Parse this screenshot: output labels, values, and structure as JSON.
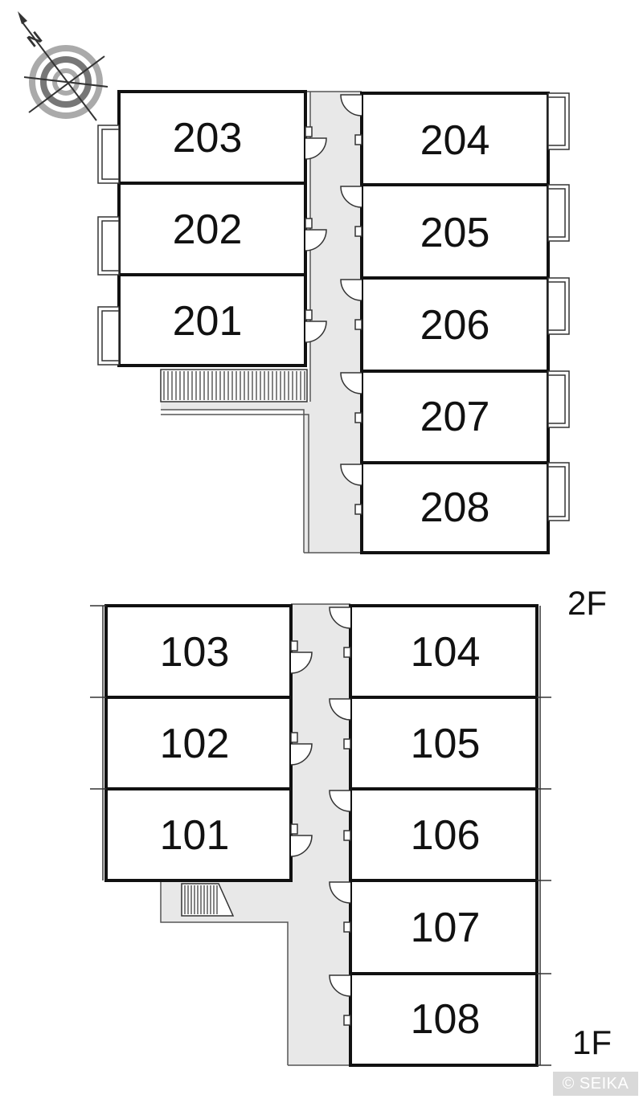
{
  "compass": {
    "label": "N",
    "icon": "compass-icon"
  },
  "floors": {
    "second": {
      "label": "2F",
      "rooms_left": [
        "203",
        "202",
        "201"
      ],
      "rooms_right": [
        "204",
        "205",
        "206",
        "207",
        "208"
      ]
    },
    "first": {
      "label": "1F",
      "rooms_left": [
        "103",
        "102",
        "101"
      ],
      "rooms_right": [
        "104",
        "105",
        "106",
        "107",
        "108"
      ]
    }
  },
  "copyright": "© SEIKA",
  "colors": {
    "corridor": "#e8e8e8",
    "wall": "#111111",
    "thin": "#555555"
  }
}
